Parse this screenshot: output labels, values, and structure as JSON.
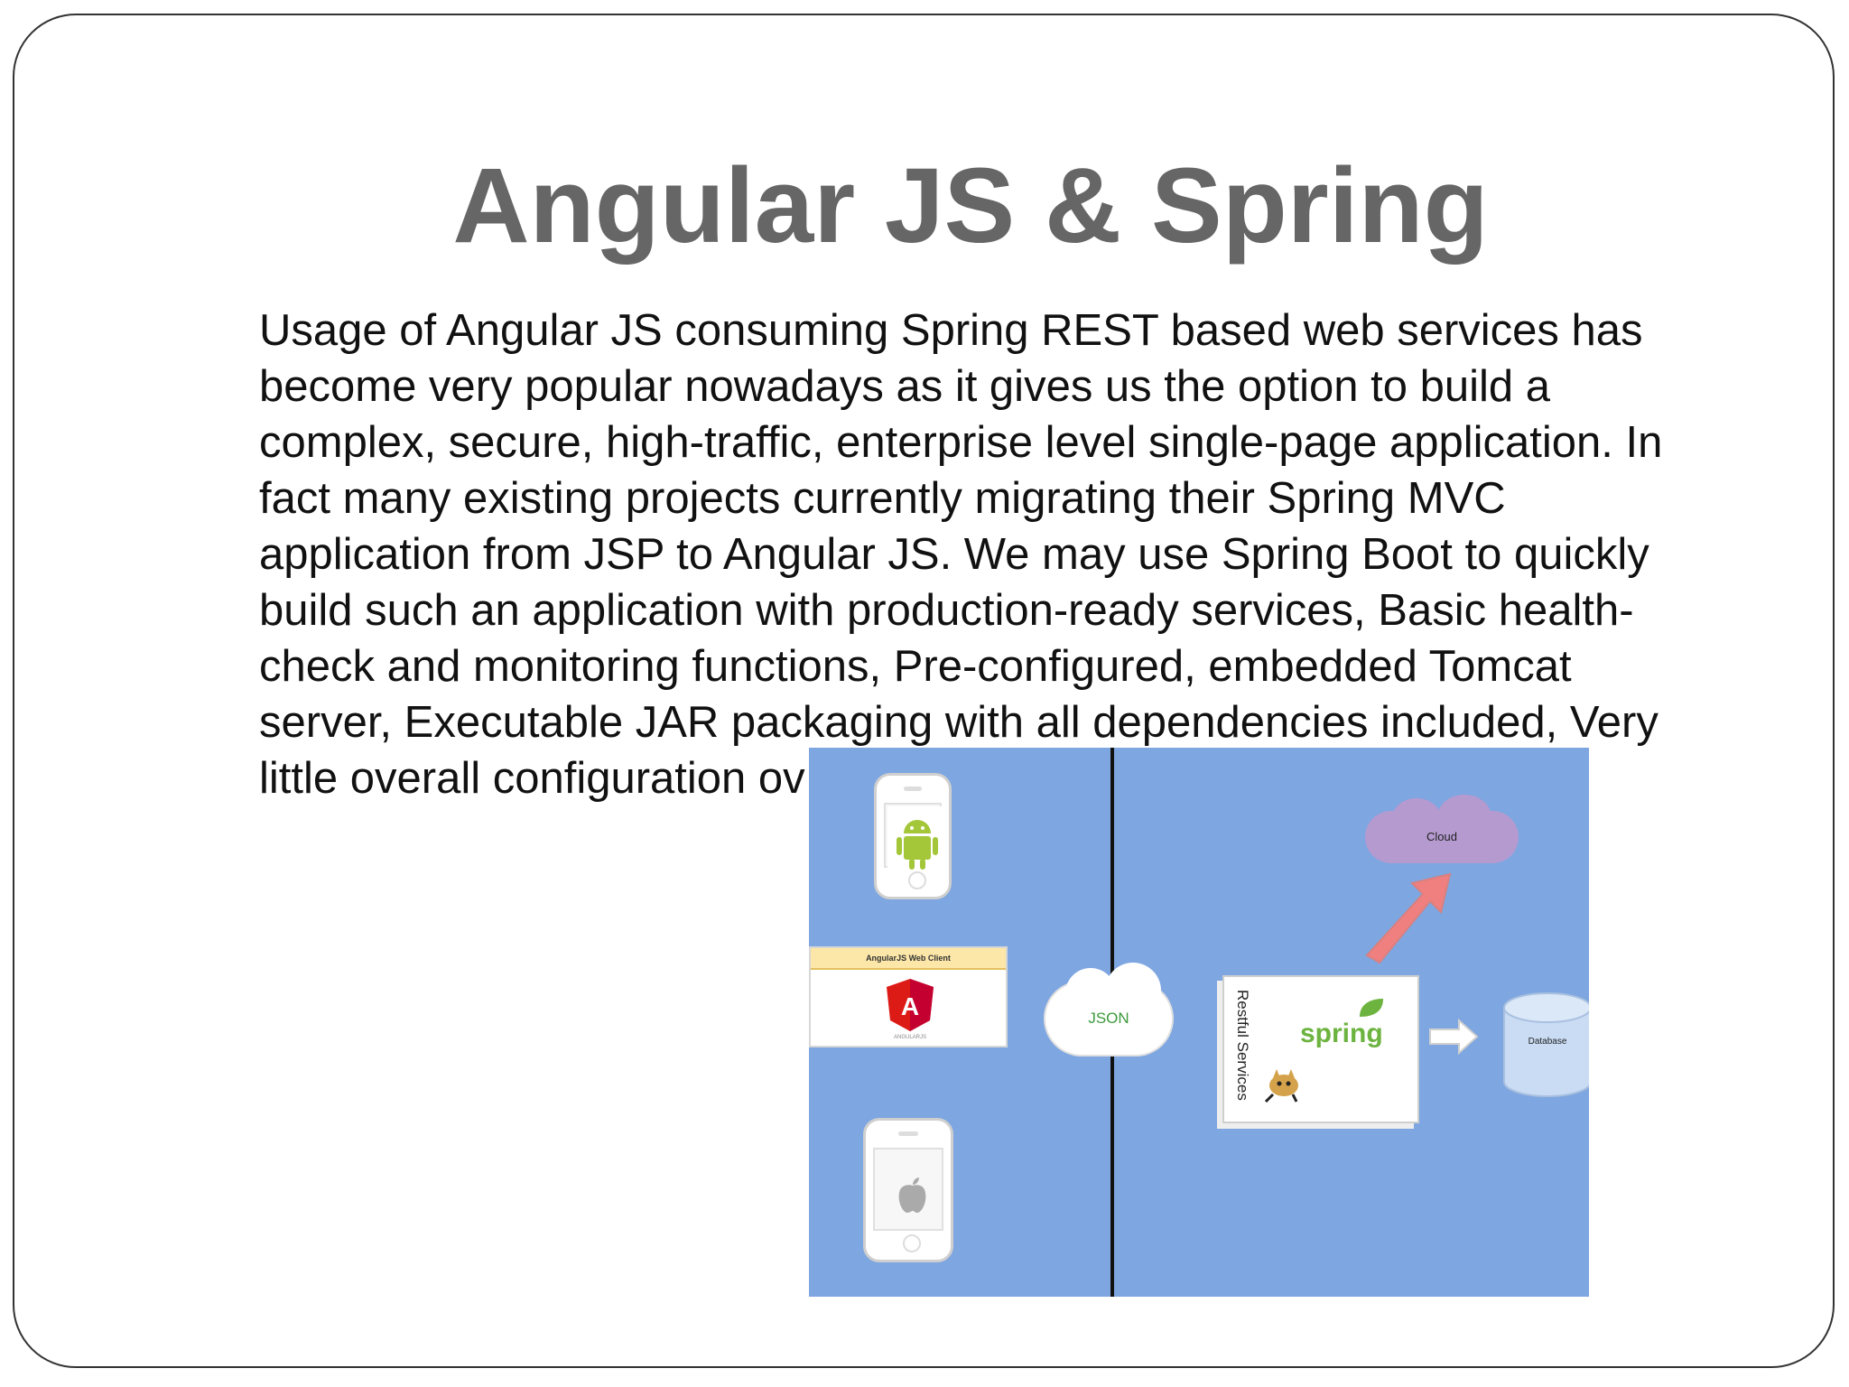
{
  "slide": {
    "title": "Angular JS & Spring",
    "body_lines": [
      "Usage of Angular JS consuming Spring REST based web services has",
      "become very popular nowadays as it gives us the option to build a",
      "complex, secure, high-traffic, enterprise level single-page application. In",
      "fact many existing projects currently migrating their Spring MVC",
      "application from JSP to Angular JS. We may use Spring Boot to quickly",
      "build such an application with production-ready services, Basic health-",
      "check and monitoring functions, Pre-configured, embedded Tomcat",
      "server, Executable JAR packaging with all dependencies included, Very",
      "little overall configuration ov"
    ]
  },
  "diagram": {
    "web_client_label": "AngularJS Web Client",
    "angular_badge": "A",
    "angular_caption": "ANGULARJS",
    "json_label": "JSON",
    "cloud_label": "Cloud",
    "server_label": "Restful Services",
    "spring_label": "spring",
    "database_label": "Database",
    "colors": {
      "background": "#7ea6e0",
      "cloud": "#b59ad0",
      "spring": "#6db33f",
      "angular": "#dd1b16",
      "arrow": "#f08080"
    }
  }
}
